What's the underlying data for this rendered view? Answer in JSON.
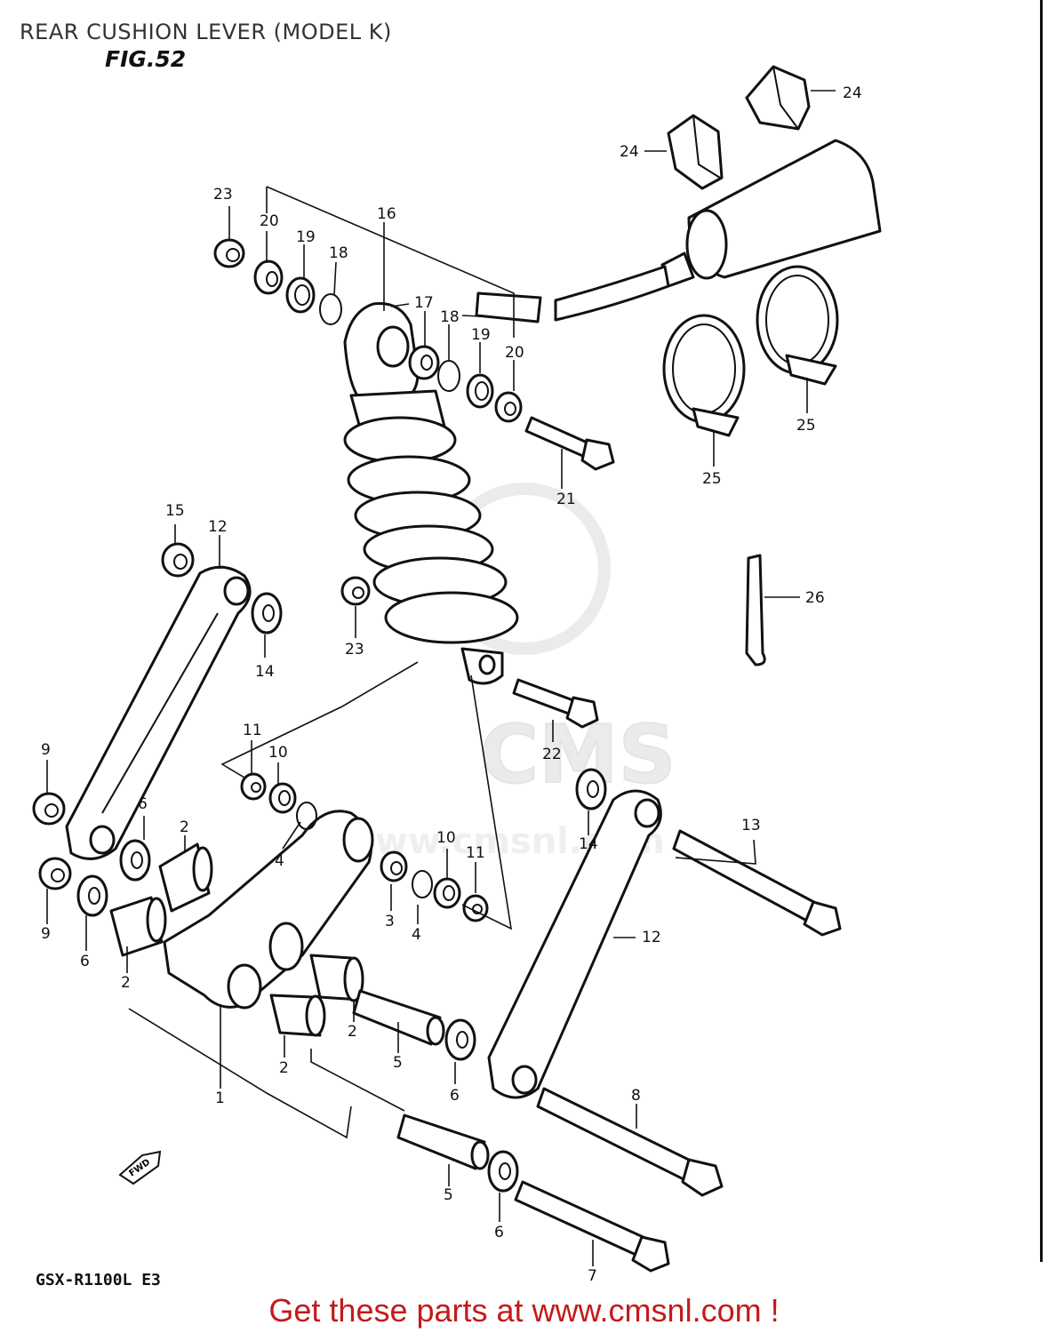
{
  "page_title": "REAR CUSHION LEVER (MODEL K)",
  "figure_label": "FIG.52",
  "model_code": "GSX-R1100L E3",
  "promo_text": "Get these parts at www.cmsnl.com !",
  "watermark_text": "CMS",
  "watermark_url": "www.cmsnl.com",
  "fwd_badge": "FWD",
  "colors": {
    "promo": "#c41a1a",
    "ink": "#111111",
    "watermark": "#d8d8d8"
  },
  "callouts": [
    "23",
    "20",
    "19",
    "18",
    "16",
    "17",
    "18",
    "19",
    "20",
    "21",
    "24",
    "24",
    "25",
    "25",
    "26",
    "15",
    "12",
    "14",
    "23",
    "22",
    "11",
    "10",
    "4",
    "9",
    "6",
    "2",
    "9",
    "6",
    "2",
    "1",
    "3",
    "4",
    "10",
    "11",
    "14",
    "13",
    "12",
    "2",
    "5",
    "2",
    "6",
    "8",
    "5",
    "6",
    "7"
  ]
}
